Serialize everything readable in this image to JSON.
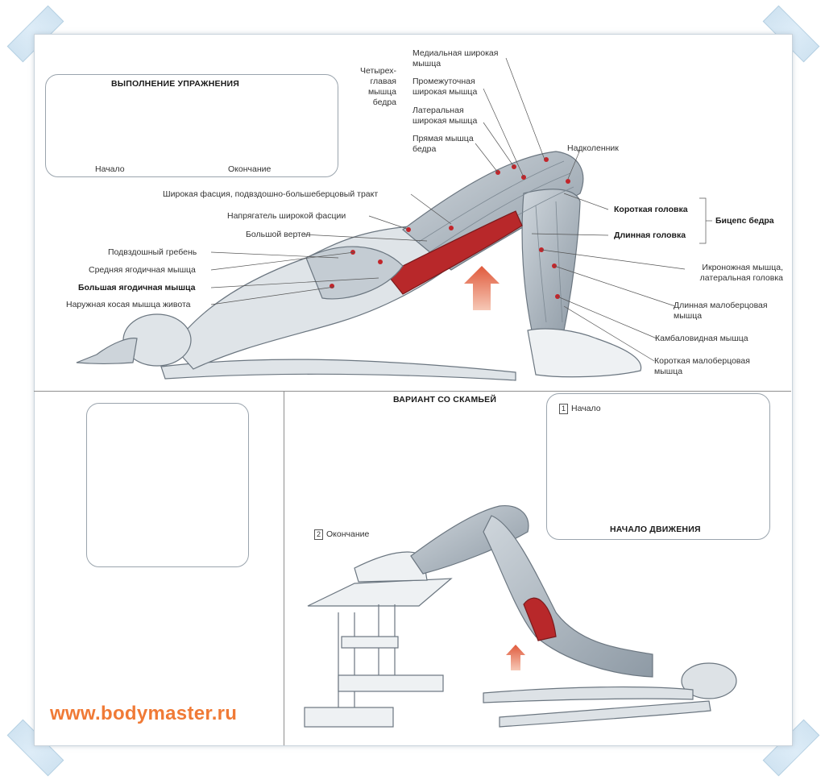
{
  "exercise_box": {
    "title": "ВЫПОЛНЕНИЕ УПРАЖНЕНИЯ",
    "start_label": "Начало",
    "end_label": "Окончание"
  },
  "quadriceps": {
    "group_label": "Четырех-\nглавая\nмышца\nбедра",
    "muscles": [
      "Медиальная широкая\nмышца",
      "Промежуточная\nширокая мышца",
      "Латеральная\nширокая мышца",
      "Прямая мышца\nбедра"
    ]
  },
  "left_labels": [
    "Широкая фасция, подвздошно-большеберцовый тракт",
    "Напрягатель широкой фасции",
    "Большой вертел",
    "Подвздошный гребень",
    "Средняя ягодичная мышца",
    "Большая ягодичная мышца",
    "Наружная косая мышца живота"
  ],
  "right_labels": {
    "kneecap": "Надколенник",
    "short_head": "Короткая головка",
    "long_head": "Длинная головка",
    "biceps_group": "Бицепс бедра",
    "gastrocnemius": "Икроножная мышца,\nлатеральная головка",
    "peroneus_longus": "Длинная малоберцовая\nмышца",
    "soleus": "Камбаловидная мышца",
    "peroneus_brevis": "Короткая малоберцовая\nмышца"
  },
  "bench_variant": {
    "title": "ВАРИАНТ СО СКАМЬЕЙ",
    "step1_number": "1",
    "step1_label": "Начало",
    "step2_number": "2",
    "step2_label": "Окончание",
    "start_motion_label": "НАЧАЛО ДВИЖЕНИЯ"
  },
  "website": "www.bodymaster.ru",
  "colors": {
    "accent_orange": "#f07a36",
    "muscle_red": "#b8282a",
    "arrow_red": "#e05a3c",
    "line": "#555555"
  }
}
